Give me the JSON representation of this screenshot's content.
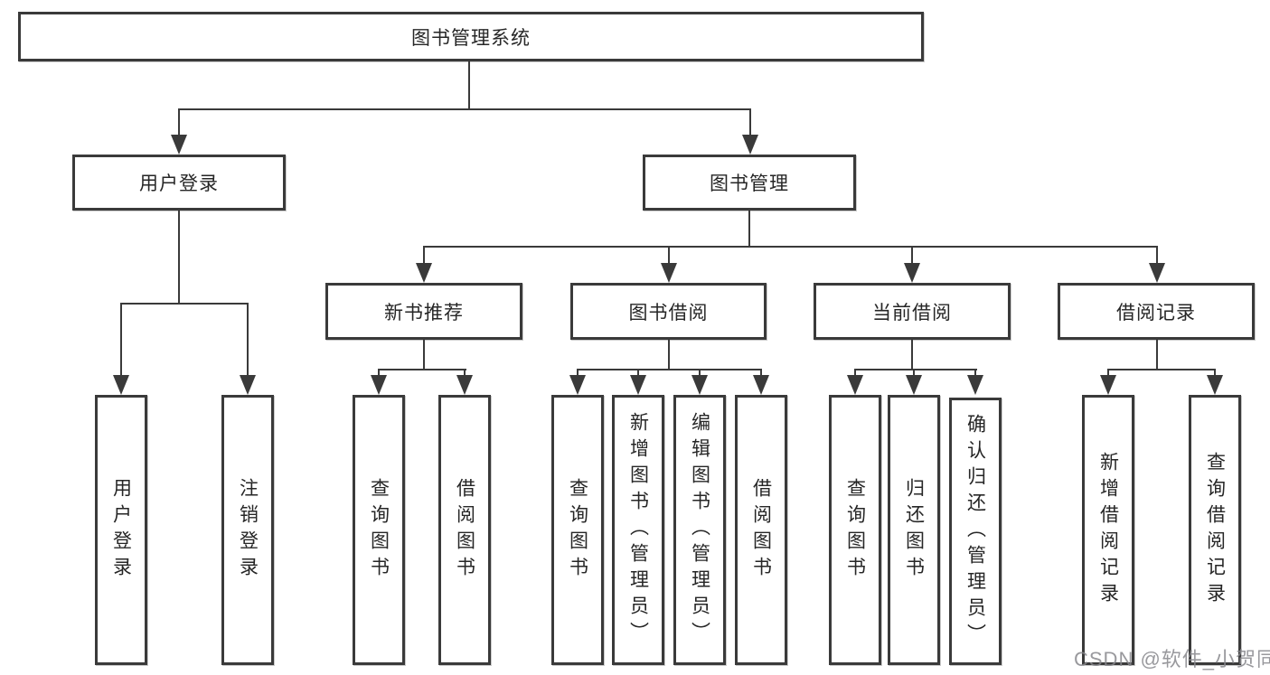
{
  "diagram": {
    "root": {
      "label": "图书管理系统"
    },
    "level2": [
      {
        "label": "用户登录"
      },
      {
        "label": "图书管理"
      }
    ],
    "level3": [
      {
        "label": "新书推荐"
      },
      {
        "label": "图书借阅"
      },
      {
        "label": "当前借阅"
      },
      {
        "label": "借阅记录"
      }
    ],
    "leaves": {
      "user_login": [
        {
          "label": "用户登录"
        },
        {
          "label": "注销登录"
        }
      ],
      "new_book_recommend": [
        {
          "label": "查询图书"
        },
        {
          "label": "借阅图书"
        }
      ],
      "book_borrowing": [
        {
          "label": "查询图书"
        },
        {
          "label": "新增图书（管理员）"
        },
        {
          "label": "编辑图书（管理员）"
        },
        {
          "label": "借阅图书"
        }
      ],
      "current_borrowing": [
        {
          "label": "查询图书"
        },
        {
          "label": "归还图书"
        },
        {
          "label": "确认归还（管理员）"
        }
      ],
      "borrowing_records": [
        {
          "label": "新增借阅记录"
        },
        {
          "label": "查询借阅记录"
        }
      ]
    }
  },
  "watermark": {
    "text": "CSDN @软件_小贺同学"
  },
  "colors": {
    "line": "#3a3a3a",
    "text": "#262626",
    "background": "#ffffff",
    "watermark": "#87878c"
  }
}
